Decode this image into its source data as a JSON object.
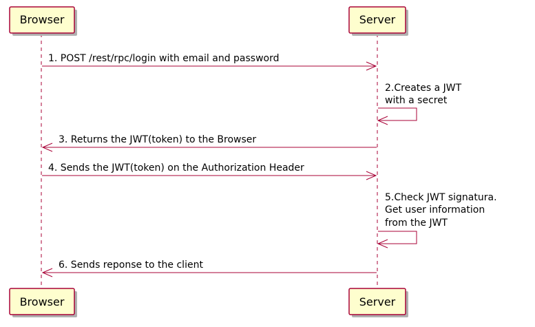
{
  "colors": {
    "line": "#A80036",
    "box_fill": "#FEFECE",
    "box_stroke": "#A80036",
    "shadow": "#B0B0B0",
    "text": "#000000"
  },
  "participants": {
    "browser": {
      "name": "Browser"
    },
    "server": {
      "name": "Server"
    }
  },
  "messages": [
    {
      "number": "1",
      "lines": [
        "1. POST /rest/rpc/login with email and password"
      ],
      "from": "browser",
      "to": "server"
    },
    {
      "number": "2",
      "lines": [
        "2.Creates a JWT",
        "with a secret"
      ],
      "from": "server",
      "to": "server"
    },
    {
      "number": "3",
      "lines": [
        "3. Returns the JWT(token) to the Browser"
      ],
      "from": "server",
      "to": "browser"
    },
    {
      "number": "4",
      "lines": [
        "4. Sends the JWT(token) on the Authorization Header"
      ],
      "from": "browser",
      "to": "server"
    },
    {
      "number": "5",
      "lines": [
        "5.Check JWT signatura.",
        "Get user information",
        "from the JWT"
      ],
      "from": "server",
      "to": "server"
    },
    {
      "number": "6",
      "lines": [
        "6. Sends reponse to the client"
      ],
      "from": "server",
      "to": "browser"
    }
  ]
}
